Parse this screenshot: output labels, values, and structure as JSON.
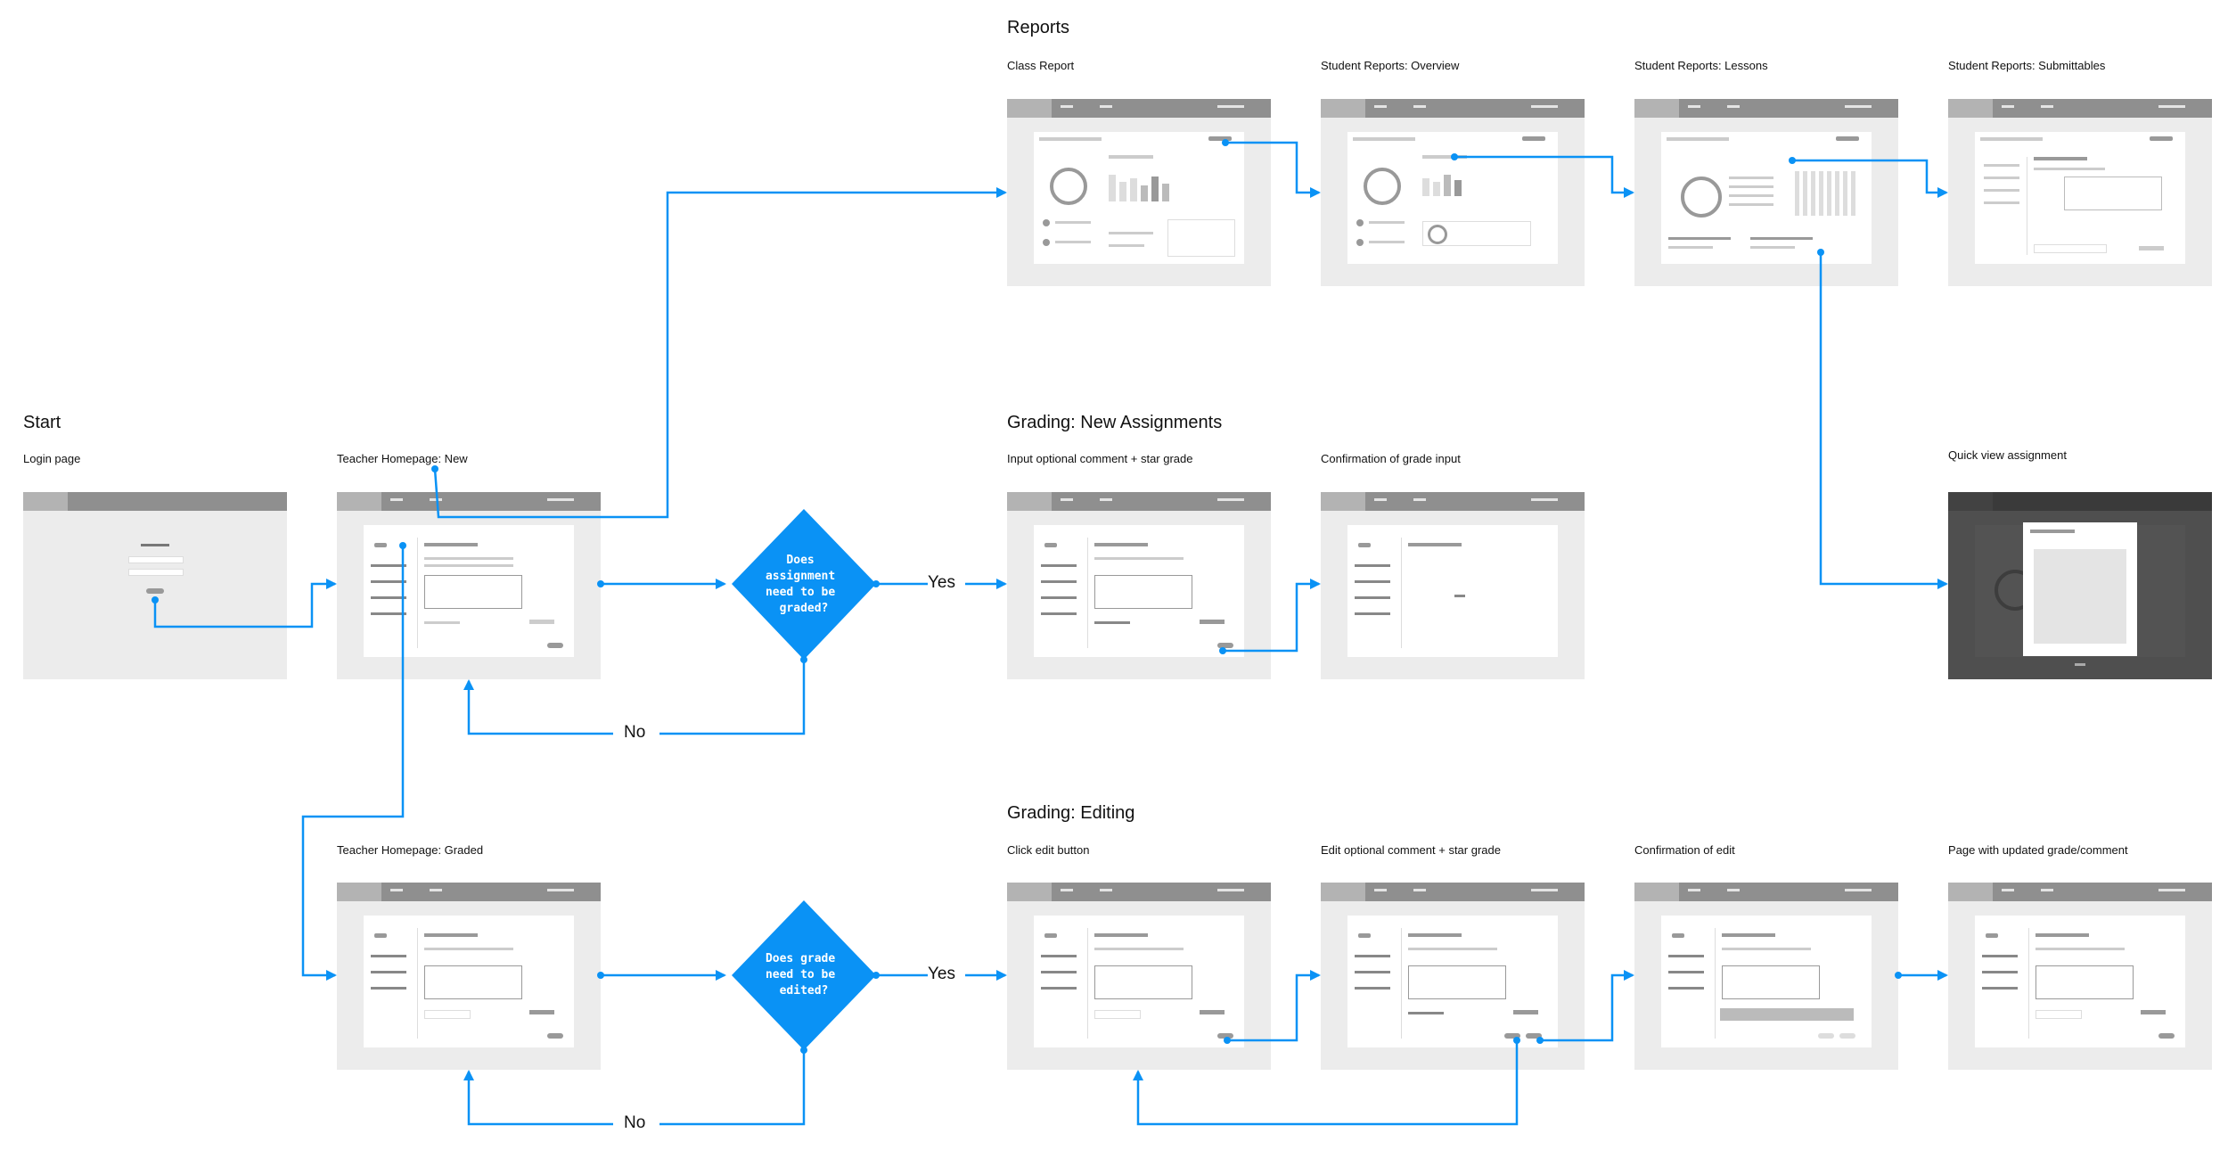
{
  "sections": {
    "reports": "Reports",
    "start": "Start",
    "grading_new": "Grading: New Assignments",
    "grading_editing": "Grading: Editing"
  },
  "screens": {
    "class_report": "Class Report",
    "student_overview": "Student Reports: Overview",
    "student_lessons": "Student Reports: Lessons",
    "student_submittables": "Student Reports: Submittables",
    "login": "Login page",
    "teacher_home_new": "Teacher Homepage: New",
    "input_comment": "Input optional comment + star grade",
    "confirm_grade": "Confirmation of grade input",
    "quick_view": "Quick view assignment",
    "teacher_home_graded": "Teacher Homepage: Graded",
    "click_edit": "Click edit button",
    "edit_comment": "Edit optional comment + star grade",
    "confirm_edit": "Confirmation of edit",
    "updated_page": "Page with updated grade/comment"
  },
  "decisions": {
    "d1": [
      "Does",
      "assignment",
      "need to be",
      "graded?"
    ],
    "d2": [
      "Does grade",
      "need to be",
      "edited?"
    ]
  },
  "edges": {
    "yes1": "Yes",
    "no1": "No",
    "yes2": "Yes",
    "no2": "No"
  },
  "colors": {
    "accent": "#0a92f5",
    "frame_bg": "#ececec",
    "frame_bar": "#8f8f8f"
  }
}
